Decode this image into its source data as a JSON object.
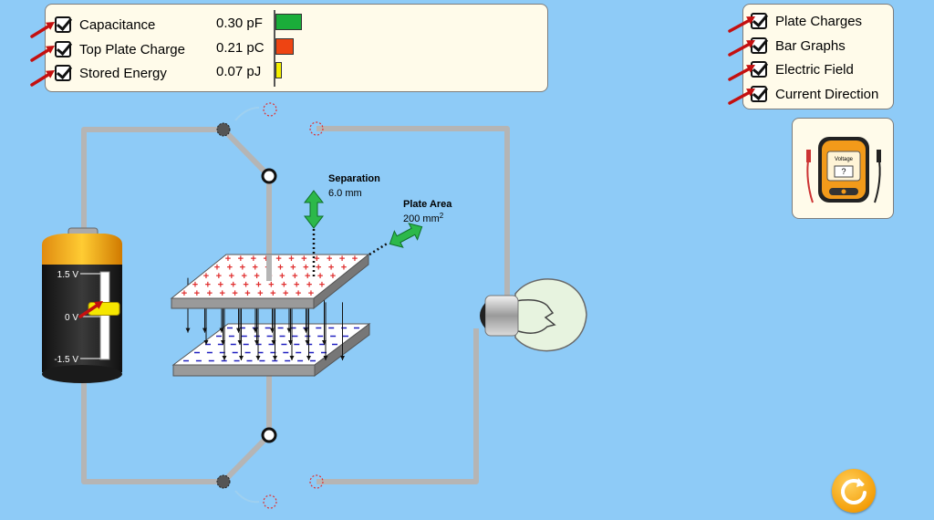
{
  "meters": {
    "items": [
      {
        "label": "Capacitance",
        "value": "0.30 pF",
        "fraction": 0.9,
        "color": "#1aad3a",
        "checked": true
      },
      {
        "label": "Top Plate Charge",
        "value": "0.21 pC",
        "fraction": 0.63,
        "color": "#ee4412",
        "checked": true
      },
      {
        "label": "Stored Energy",
        "value": "0.07 pJ",
        "fraction": 0.22,
        "color": "#f4f000",
        "checked": true
      }
    ]
  },
  "views": {
    "items": [
      {
        "label": "Plate Charges",
        "checked": true
      },
      {
        "label": "Bar Graphs",
        "checked": true
      },
      {
        "label": "Electric Field",
        "checked": true
      },
      {
        "label": "Current Direction",
        "checked": true
      }
    ]
  },
  "voltmeter": {
    "label": "Voltage",
    "reading": "?"
  },
  "battery": {
    "max_label": "1.5 V",
    "zero_label": "0 V",
    "min_label": "-1.5 V",
    "voltage_fraction": 0.5
  },
  "separation": {
    "title": "Separation",
    "value": "6.0 mm"
  },
  "plate_area": {
    "title": "Plate Area",
    "value": "200 mm",
    "superscript": "2"
  },
  "colors": {
    "accent": "#1aad3a",
    "plus": "#e03030",
    "minus": "#2020c0",
    "wire": "#b5b5b5"
  }
}
